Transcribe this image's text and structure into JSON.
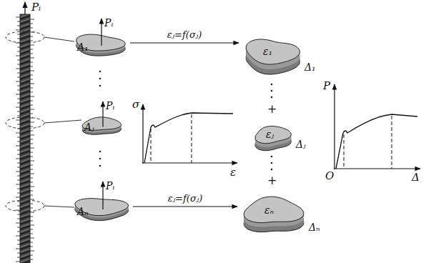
{
  "diagram": {
    "nodes": [
      {
        "text": [
          "A₁",
          "Pᵢ"
        ]
      },
      {
        "text": [
          "Aⱼ",
          "Pᵢ"
        ]
      },
      {
        "text": [
          "Aₙ",
          "Pᵢ"
        ]
      },
      {
        "text": [
          "ε₁",
          "Δ₁"
        ]
      },
      {
        "text": [
          "εⱼ",
          "Δⱼ"
        ]
      },
      {
        "text": [
          "εₙ",
          "Δₙ"
        ]
      }
    ],
    "edges": [
      {
        "from": 0,
        "to": 3,
        "label": "εⱼ=f(σⱼ)",
        "arrow": "to"
      },
      {
        "from": 2,
        "to": 5,
        "label": "εⱼ=f(σⱼ)",
        "arrow": "to"
      }
    ],
    "labels": [
      "Pᵢ",
      "σ",
      "ε",
      "P",
      "O",
      "Δ",
      "+",
      "+"
    ]
  }
}
